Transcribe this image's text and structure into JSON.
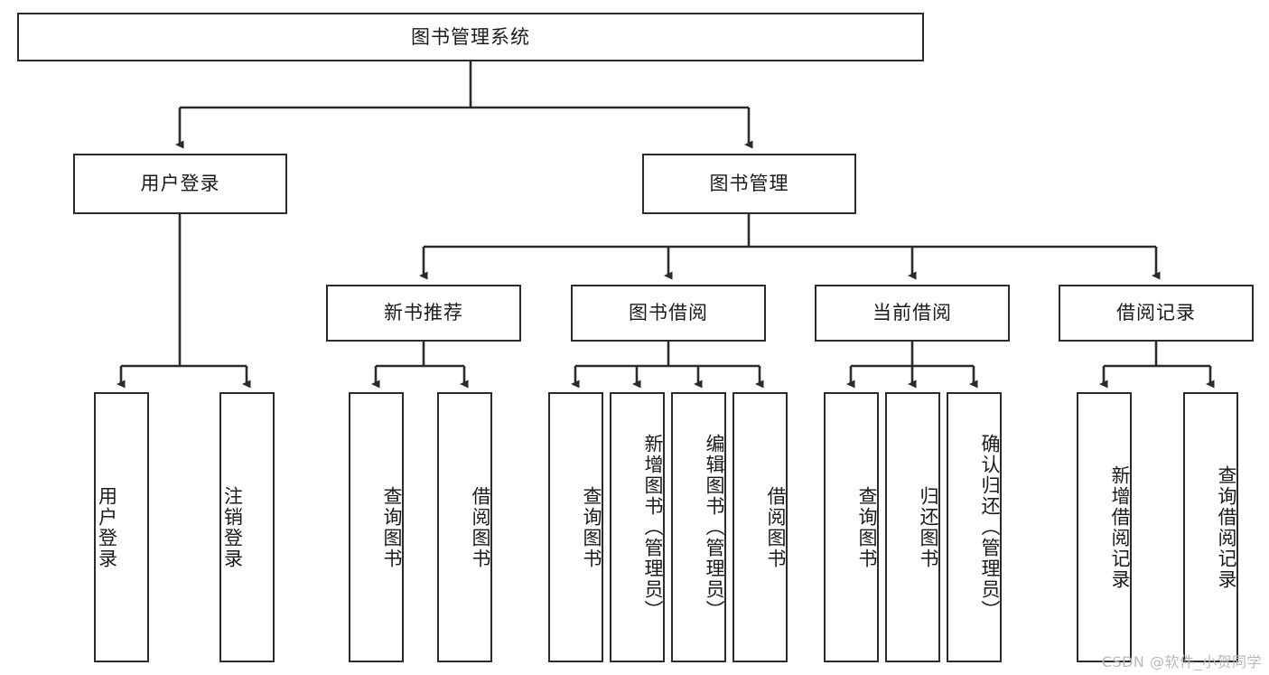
{
  "diagram": {
    "title": "图书管理系统",
    "watermark": "CSDN @软件_小贺同学",
    "levels": {
      "root": {
        "label": "图书管理系统"
      },
      "level2": [
        {
          "label": "用户登录"
        },
        {
          "label": "图书管理"
        }
      ],
      "level3": [
        {
          "label": "新书推荐"
        },
        {
          "label": "图书借阅"
        },
        {
          "label": "当前借阅"
        },
        {
          "label": "借阅记录"
        }
      ],
      "leaves_user_login": [
        {
          "label": "用户登录"
        },
        {
          "label": "注销登录"
        }
      ],
      "leaves_new_book": [
        {
          "label": "查询图书"
        },
        {
          "label": "借阅图书"
        }
      ],
      "leaves_borrow": [
        {
          "label": "查询图书"
        },
        {
          "label": "新增图书（管理员）"
        },
        {
          "label": "编辑图书（管理员）"
        },
        {
          "label": "借阅图书"
        }
      ],
      "leaves_current": [
        {
          "label": "查询图书"
        },
        {
          "label": "归还图书"
        },
        {
          "label": "确认归还（管理员）"
        }
      ],
      "leaves_records": [
        {
          "label": "新增借阅记录"
        },
        {
          "label": "查询借阅记录"
        }
      ]
    },
    "colors": {
      "node_border": "#2b2b2b",
      "node_fill": "#ffffff",
      "edge": "#2b2b2b",
      "text": "#1a1a1a",
      "watermark": "#b9b9b9",
      "background": "#ffffff"
    }
  }
}
